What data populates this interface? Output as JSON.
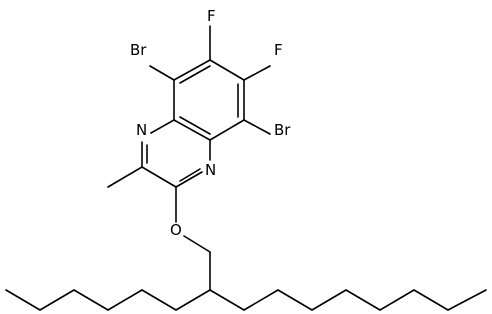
{
  "molecule": {
    "atom_labels": {
      "br_top": "Br",
      "br_right": "Br",
      "f_top": "F",
      "f_right": "F",
      "n_top": "N",
      "n_bottom": "N",
      "o_ether": "O"
    },
    "colors": {
      "background": "#ffffff",
      "ink": "#000000"
    }
  }
}
